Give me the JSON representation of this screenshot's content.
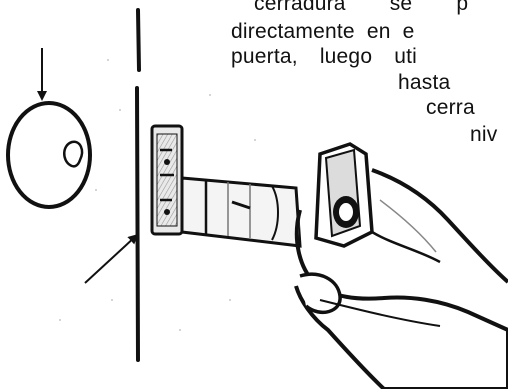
{
  "instruction_text": {
    "line_1": "cerradura se p",
    "line_2": "directamente en e",
    "line_3": "puerta, luego uti",
    "line_4": "hasta",
    "line_5": "cerra",
    "line_6": "niv"
  },
  "colors": {
    "ink": "#111111",
    "paper": "#ffffff",
    "shading": "#bdbdbd"
  },
  "icons": [
    "arrow-down-icon",
    "arrow-diagonal-icon"
  ]
}
